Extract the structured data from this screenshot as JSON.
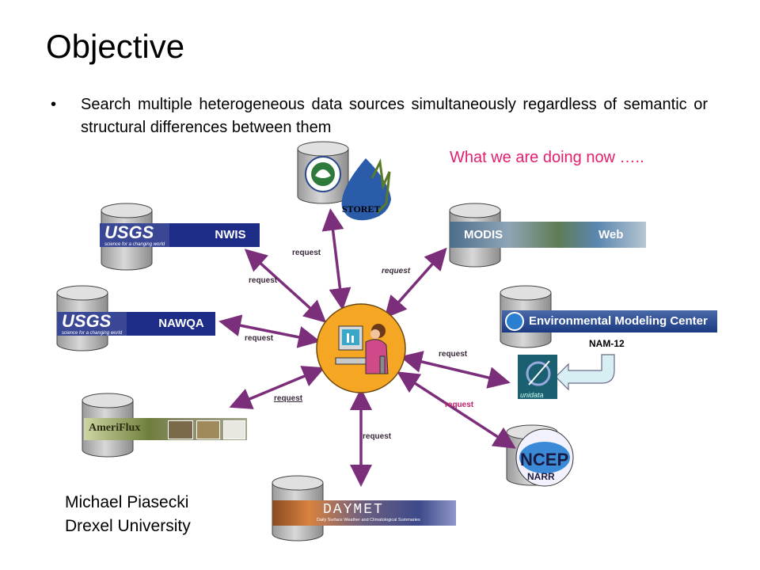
{
  "slide": {
    "title": "Objective",
    "bullet": "Search multiple heterogeneous data sources simultaneously regardless of semantic or structural differences between them",
    "status_note": "What we are doing now …..",
    "author_name": "Michael Piasecki",
    "author_affiliation": "Drexel University"
  },
  "colors": {
    "arrow": "#7b2f7b",
    "hub_fill": "#f5a623",
    "status_note": "#e0206e",
    "usgs_blue": "#1d2c86"
  },
  "arrow_label": "request",
  "sources": {
    "storet": {
      "logo_text": "STORET"
    },
    "nwis": {
      "logo_text": "USGS",
      "tagline": "science for a changing world",
      "name": "NWIS"
    },
    "nawqa": {
      "logo_text": "USGS",
      "tagline": "science for a changing world",
      "name": "NAWQA"
    },
    "ameriflux": {
      "logo_text": "AmeriFlux"
    },
    "daymet": {
      "logo_text": "DAYMET",
      "tagline": "Daily Surface Weather and Climatological Summaries"
    },
    "modis": {
      "logo_left": "MODIS",
      "logo_right": "Web"
    },
    "emc": {
      "name": "Environmental Modeling Center",
      "caption": "NAM-12"
    },
    "unidata": {
      "logo_text": "unidata"
    },
    "ncep": {
      "logo_text": "NCEP",
      "caption": "NARR"
    }
  }
}
